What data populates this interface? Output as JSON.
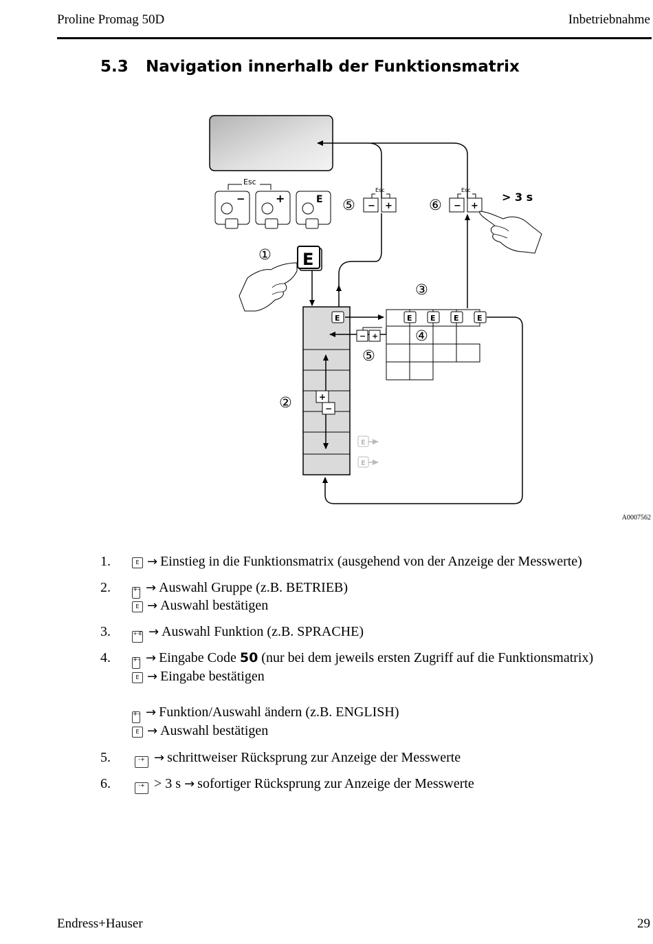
{
  "header": {
    "left": "Proline Promag 50D",
    "right": "Inbetriebnahme"
  },
  "section": {
    "number": "5.3",
    "title": "Navigation innerhalb der Funktionsmatrix"
  },
  "diagram": {
    "key_esc": "Esc",
    "key_minus": "−",
    "key_plus": "+",
    "key_e": "E",
    "hold_time": "> 3 s",
    "markers": [
      "①",
      "②",
      "③",
      "④",
      "⑤",
      "⑥"
    ]
  },
  "figure_id": "A0007562",
  "steps": [
    {
      "num": "1.",
      "lines": [
        {
          "key": "E",
          "arrow": "→",
          "text": "Einstieg in die Funktionsmatrix (ausgehend von der Anzeige der Messwerte)"
        }
      ]
    },
    {
      "num": "2.",
      "lines": [
        {
          "key": "+-",
          "arrow": "→",
          "text": "Auswahl Gruppe (z.B. BETRIEB)"
        },
        {
          "key": "E",
          "arrow": "→",
          "text": "Auswahl bestätigen"
        }
      ]
    },
    {
      "num": "3.",
      "lines": [
        {
          "key": "+-E",
          "arrow": "→",
          "text": "Auswahl Funktion (z.B. SPRACHE)"
        }
      ]
    },
    {
      "num": "4.",
      "lines": [
        {
          "key": "+-",
          "arrow": "→",
          "text_before": "Eingabe Code ",
          "bold": "50",
          "text": " (nur bei dem jeweils ersten Zugriff auf die Funktionsmatrix)"
        },
        {
          "key": "E",
          "arrow": "→",
          "text": "Eingabe bestätigen"
        },
        {
          "key": "+-",
          "arrow": "→",
          "text": "Funktion/Auswahl ändern (z.B. ENGLISH)"
        },
        {
          "key": "E",
          "arrow": "→",
          "text": "Auswahl bestätigen"
        }
      ]
    },
    {
      "num": "5.",
      "lines": [
        {
          "key": "-+",
          "arrow": "→",
          "text": "schrittweiser Rücksprung zur Anzeige der Messwerte"
        }
      ]
    },
    {
      "num": "6.",
      "lines": [
        {
          "key": "-+",
          "prefix": "> 3 s",
          "arrow": "→",
          "text": "sofortiger Rücksprung zur Anzeige der Messwerte"
        }
      ]
    }
  ],
  "footer": {
    "left": "Endress+Hauser",
    "right": "29"
  }
}
